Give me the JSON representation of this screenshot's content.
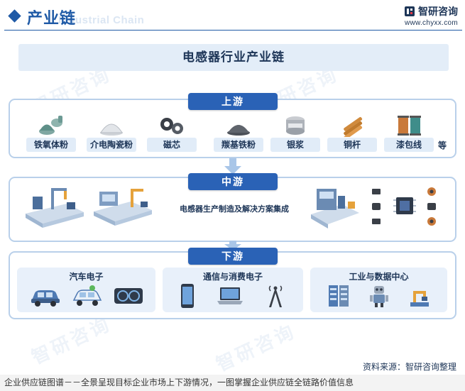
{
  "header": {
    "title": "产业链",
    "ghost_subtitle": "Industrial Chain",
    "brand_name": "智研咨询",
    "brand_site": "www.chyxx.com"
  },
  "banner": {
    "title": "电感器行业产业链"
  },
  "upstream": {
    "label": "上游",
    "items": [
      {
        "label": "铁氧体粉",
        "icon": "ferrite-powder-icon"
      },
      {
        "label": "介电陶瓷粉",
        "icon": "ceramic-powder-icon"
      },
      {
        "label": "磁芯",
        "icon": "magnetic-core-icon"
      },
      {
        "label": "羰基铁粉",
        "icon": "carbonyl-iron-powder-icon"
      },
      {
        "label": "银浆",
        "icon": "silver-paste-icon"
      },
      {
        "label": "铜杆",
        "icon": "copper-rod-icon"
      },
      {
        "label": "漆包线",
        "icon": "enameled-wire-icon"
      }
    ],
    "etc": "等"
  },
  "midstream": {
    "label": "中游",
    "text": "电感器生产制造及解决方案集成"
  },
  "downstream": {
    "label": "下游",
    "cards": [
      {
        "title": "汽车电子",
        "icons": [
          "car-icon",
          "electric-car-icon",
          "dashboard-icon"
        ]
      },
      {
        "title": "通信与消费电子",
        "icons": [
          "smartphone-icon",
          "laptop-icon",
          "signal-tower-icon"
        ]
      },
      {
        "title": "工业与数据中心",
        "icons": [
          "server-rack-icon",
          "robot-icon",
          "robot-arm-icon"
        ]
      }
    ]
  },
  "source": "资料来源：智研咨询整理",
  "footer": "企业供应链图谱－－全景呈现目标企业市场上下游情况，一图掌握企业供应链全链路价值信息",
  "watermark": "智研咨询",
  "colors": {
    "primary": "#1f5aa6",
    "tab": "#2a62b6",
    "panel_border": "#b9d0ea",
    "label_bg": "#e1ecf8",
    "banner_bg": "#e3edf8"
  }
}
